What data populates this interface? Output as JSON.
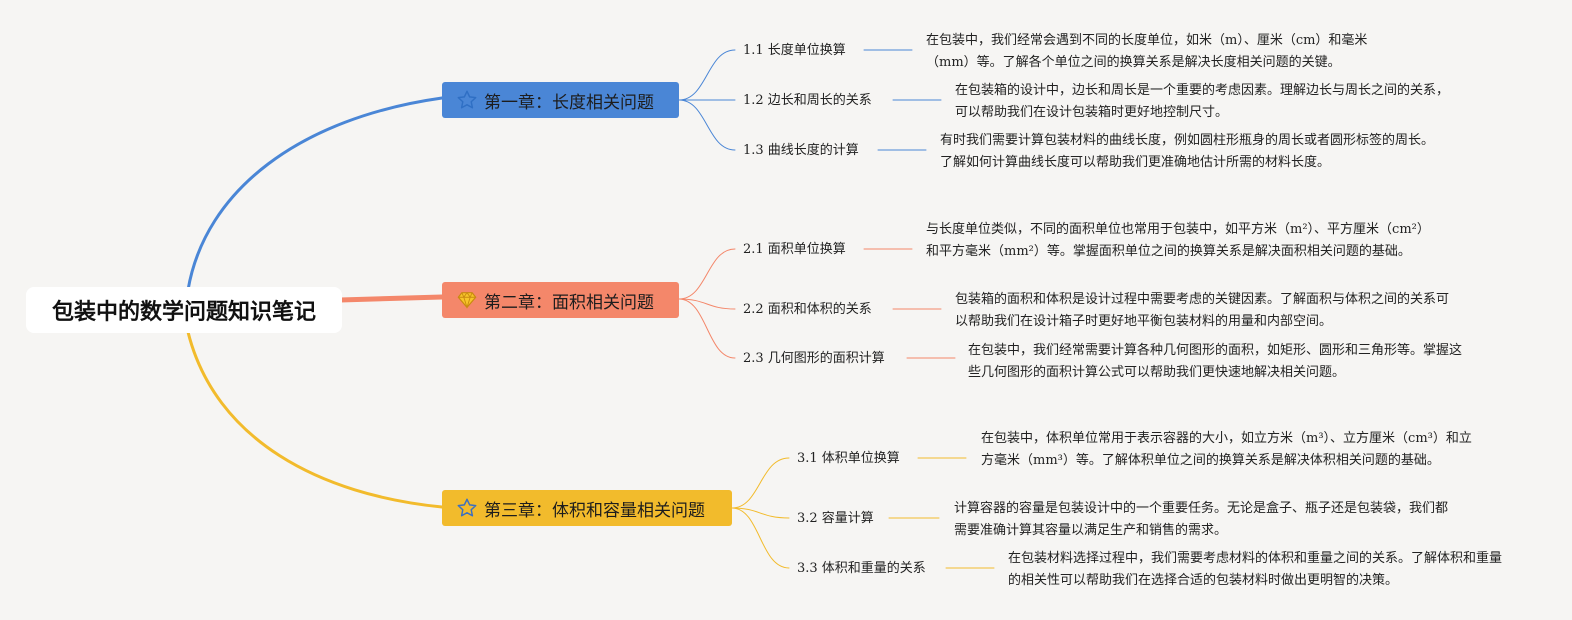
{
  "root": {
    "title": "包装中的数学问题知识笔记"
  },
  "colors": {
    "ch1": "#4a86d6",
    "ch2": "#f4876a",
    "ch3": "#f2bb2c",
    "background": "#f6f5f3"
  },
  "chapters": [
    {
      "title": "第一章：长度相关问题",
      "icon": "star-outline-icon",
      "topics": [
        {
          "label": "1.1 长度单位换算",
          "desc": "在包装中，我们经常会遇到不同的长度单位，如米（m）、厘米（cm）和毫米（mm）等。了解各个单位之间的换算关系是解决长度相关问题的关键。"
        },
        {
          "label": "1.2 边长和周长的关系",
          "desc": "在包装箱的设计中，边长和周长是一个重要的考虑因素。理解边长与周长之间的关系，可以帮助我们在设计包装箱时更好地控制尺寸。"
        },
        {
          "label": "1.3 曲线长度的计算",
          "desc": "有时我们需要计算包装材料的曲线长度，例如圆柱形瓶身的周长或者圆形标签的周长。了解如何计算曲线长度可以帮助我们更准确地估计所需的材料长度。"
        }
      ]
    },
    {
      "title": "第二章：面积相关问题",
      "icon": "gem-icon",
      "topics": [
        {
          "label": "2.1 面积单位换算",
          "desc": "与长度单位类似，不同的面积单位也常用于包装中，如平方米（m²）、平方厘米（cm²）和平方毫米（mm²）等。掌握面积单位之间的换算关系是解决面积相关问题的基础。"
        },
        {
          "label": "2.2 面积和体积的关系",
          "desc": "包装箱的面积和体积是设计过程中需要考虑的关键因素。了解面积与体积之间的关系可以帮助我们在设计箱子时更好地平衡包装材料的用量和内部空间。"
        },
        {
          "label": "2.3 几何图形的面积计算",
          "desc": "在包装中，我们经常需要计算各种几何图形的面积，如矩形、圆形和三角形等。掌握这些几何图形的面积计算公式可以帮助我们更快速地解决相关问题。"
        }
      ]
    },
    {
      "title": "第三章：体积和容量相关问题",
      "icon": "star-outline-icon",
      "topics": [
        {
          "label": "3.1 体积单位换算",
          "desc": "在包装中，体积单位常用于表示容器的大小，如立方米（m³）、立方厘米（cm³）和立方毫米（mm³）等。了解体积单位之间的换算关系是解决体积相关问题的基础。"
        },
        {
          "label": "3.2 容量计算",
          "desc": "计算容器的容量是包装设计中的一个重要任务。无论是盒子、瓶子还是包装袋，我们都需要准确计算其容量以满足生产和销售的需求。"
        },
        {
          "label": "3.3 体积和重量的关系",
          "desc": "在包装材料选择过程中，我们需要考虑材料的体积和重量之间的关系。了解体积和重量的相关性可以帮助我们在选择合适的包装材料时做出更明智的决策。"
        }
      ]
    }
  ]
}
